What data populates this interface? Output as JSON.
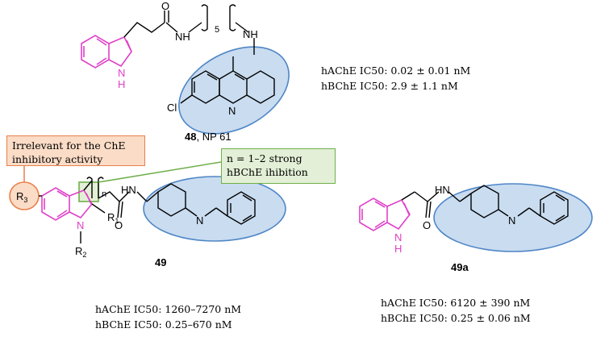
{
  "compound_48": {
    "number": "48",
    "name": ", NP 61",
    "hache": "hAChE IC50: 0.02 ± 0.01 nM",
    "hbche": "hBChE IC50: 2.9 ± 1.1 nM"
  },
  "compound_49": {
    "number": "49",
    "hache": "hAChE IC50: 1260–7270 nM",
    "hbche": "hBChE IC50: 0.25–670 nM"
  },
  "compound_49a": {
    "number": "49a",
    "hache": "hAChE IC50: 6120 ± 390 nM",
    "hbche": "hBChE IC50: 0.25 ± 0.06 nM"
  },
  "callouts": {
    "irrelevant": "Irrelevant for the ChE inhibitory activity",
    "strong": "n = 1–2 strong hBChE ihibition"
  },
  "atoms": {
    "O": "O",
    "N": "N",
    "H": "H",
    "NH": "NH",
    "Cl": "Cl",
    "R": "R",
    "R3_sub": "3",
    "R1_sub": "1",
    "R2_sub": "2",
    "n": "n",
    "five": "5"
  },
  "colors": {
    "indole": "#e040c8",
    "ellipse_fill": "#c9dcf0",
    "ellipse_stroke": "#4f86c6",
    "orange_fill": "#fbdcc7",
    "orange_stroke": "#e8804a",
    "green_fill": "#e3efd6",
    "green_stroke": "#6fb04a"
  }
}
